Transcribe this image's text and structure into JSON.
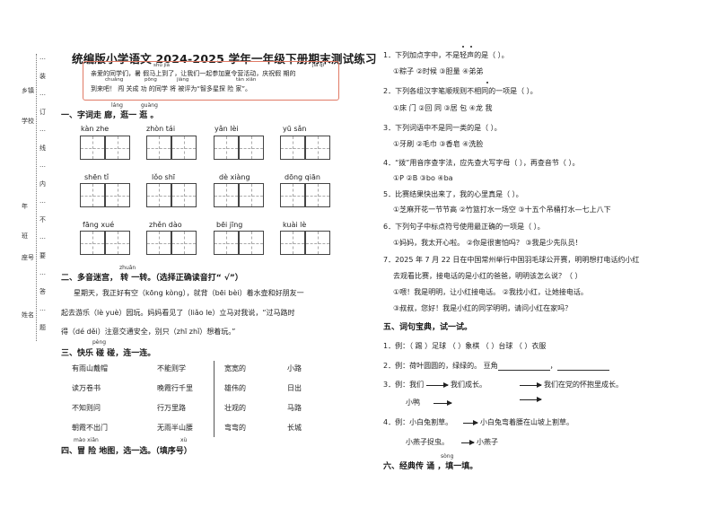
{
  "side": {
    "words": [
      "…",
      "装",
      "…",
      "订",
      "…",
      "线",
      "…",
      "内",
      "…",
      "不",
      "…",
      "要",
      "…",
      "答",
      "…",
      "题"
    ],
    "labels": [
      "乡镇",
      "学校",
      "年",
      "班",
      "座号",
      "姓名"
    ]
  },
  "title": "统编版小学语文 2024-2025 学年一年级下册期末测试练习",
  "intro": {
    "pinyin": [
      "shǔ jià",
      "jiā qī",
      "chuǎng",
      "pōng",
      "jiàng",
      "tàn xiǎn"
    ],
    "line1": "亲爱的同学们，暑  假马上到了，让我们一起参加夏令营活动，庆祝假  期的",
    "line2": "到来吧！  闯  关成 功 的同学 将  被评为“智多星探  险 家”。"
  },
  "sec1": {
    "pinyin": [
      "láng",
      "guàng"
    ],
    "title": "一、字词走 廊，逛一 逛 。",
    "words": [
      [
        "kàn  zhe",
        "zhòn  tái",
        "yǎn  lèi",
        "yū  sǎn"
      ],
      [
        "shēn  tǐ",
        "lǒo  shī",
        "dè  xiàng",
        "dōng  qiān"
      ],
      [
        "fāng  xué",
        "zhěn  dào",
        "bēi  jīng",
        "kuài  lè"
      ]
    ]
  },
  "sec2": {
    "pinyin": "zhuǎn",
    "title": "二、多音迷宫，  转 一转。（选择正确读音打“ √”）",
    "p1": "星期天，我正好有空（kōng  kòng），就背（bēi  bèi）着水壶和好朋友一",
    "p2": "起去游乐（lè  yuè）园玩。妈妈看见了（liǎo  le）立马对我说，“过马路时",
    "p3": "得（dé  děi）注意交通安全，别只（zhī  zhǐ）想着玩。”"
  },
  "sec3": {
    "pinyin": "pèng",
    "title": "三、快乐 碰 碰，连一连。",
    "left": [
      [
        "有雨山戴帽",
        "不能则学"
      ],
      [
        "读万卷书",
        "晚霞行千里"
      ],
      [
        "不知则问",
        "行万里路"
      ],
      [
        "朝霞不出门",
        "无雨半山腰"
      ]
    ],
    "right": [
      [
        "宽宽的",
        "小路"
      ],
      [
        "雄伟的",
        "日出"
      ],
      [
        "壮观的",
        "马路"
      ],
      [
        "弯弯的",
        "长城"
      ]
    ]
  },
  "sec4": {
    "pinyin": [
      "mào xiǎn",
      "xù"
    ],
    "title": "四、冒 险 地图，选一选。（填序号）"
  },
  "questions": [
    {
      "stem": "1．下列加点字中，不是轻声的是（    ）。",
      "opts": "①粽子      ②时候      ③胆量      ④弟弟"
    },
    {
      "stem": "2．下列各组汉字笔顺规则不相同的一项是（    ）。",
      "opts": "①床  门      ②回    同      ③居  包      ④龙    我"
    },
    {
      "stem": "3．下列词语中不是同一类的是（    ）。",
      "opts": "①牙刷      ②毛巾      ③香皂      ④洗脸"
    },
    {
      "stem": "4．“拨”用音序查字法，应先查大写字母（    ），再查音节（    ）。",
      "opts": "①P       ②B       ③bo      ④ba"
    },
    {
      "stem": "5．比赛结果快出来了，我的心里真是（    ）。",
      "opts": "①芝麻开花一节节高  ②竹篮打水一场空  ③十五个吊桶打水—七上八下"
    },
    {
      "stem": "6．下列句子中标点符号使用最正确的一项是（    ）。",
      "opts": "①妈妈，我太开心啦。     ②你是很害怕吗？     ③我是少先队员！"
    }
  ],
  "q7": {
    "l1": "7．2025 年 7 月 22 日在中国常州举行中国羽毛球公开赛，明明想打电话约小红",
    "l2": "去观看比赛，接电话的是小红的爸爸，明明该怎么说？（    ）",
    "l3": "①喂！我是明明，让小红接电话。     ②我找小红，让她接电话。",
    "l4": "③叔叔，您好！我是小红的同学明明，请问小红在家吗？"
  },
  "sec5": {
    "title": "五、词句宝典，试一试。",
    "l1a": "1．例：（ 踢 ）足球      （     ）象棋      （     ）台球      （     ）衣服",
    "l2a": "2．例：荷叶圆圆的，绿绿的。    豆角",
    "l2sep": "，",
    "l3a": "3．例：我们",
    "l3b": "我们成长。",
    "l3c": "我们在党的怀抱里成长。",
    "l3d": "小鸭",
    "l4a": "4．例：小白兔割草。",
    "l4b": "小白兔弯着腰在山坡上割草。",
    "l4c": "小燕子捉虫。",
    "l4d": "小燕子"
  },
  "sec6": {
    "pinyin": "sòng",
    "title": "六、经典传 诵 ，填一填。"
  }
}
